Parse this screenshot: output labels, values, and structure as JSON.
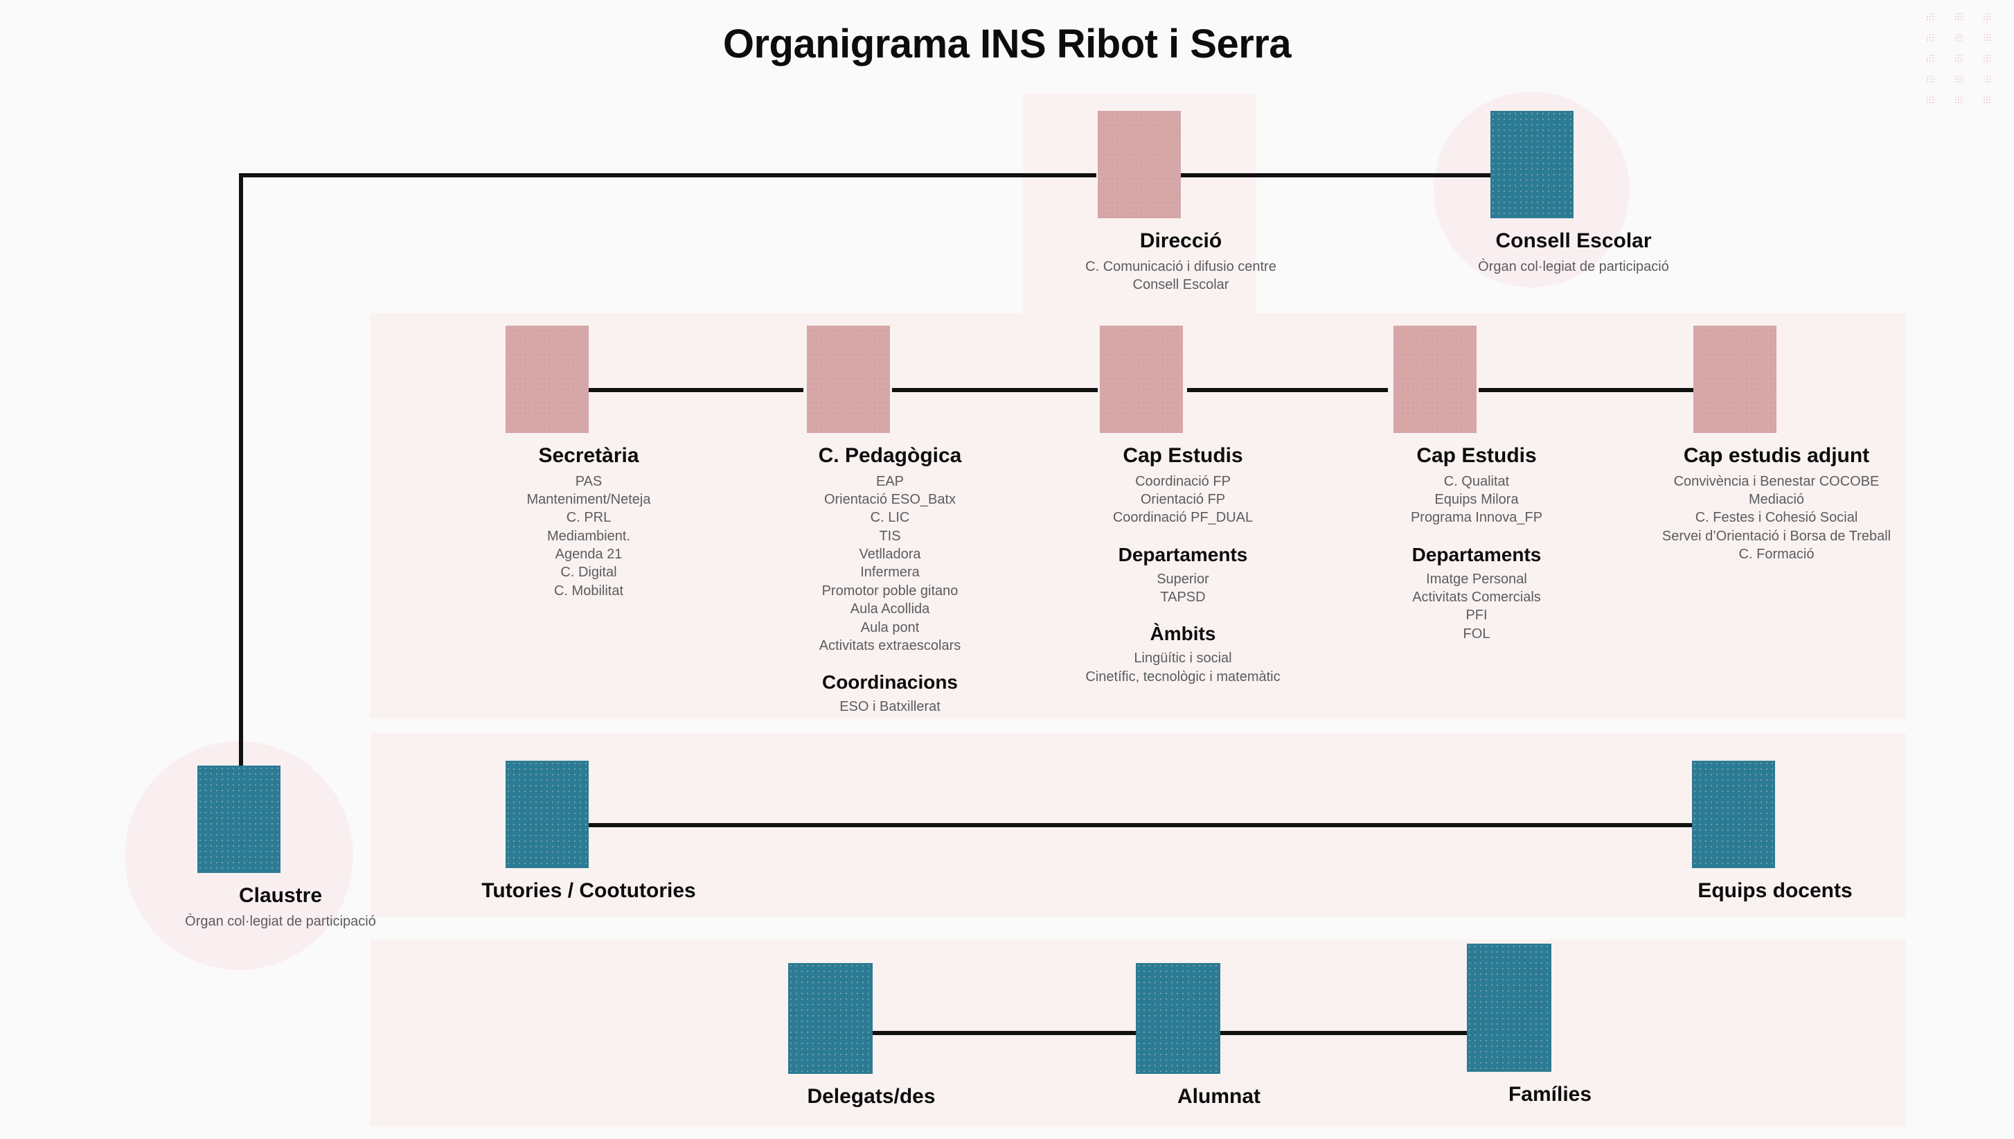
{
  "title": "Organigrama INS Ribot i Serra",
  "colors": {
    "pink_box": "#d6a6a7",
    "teal_box": "#2c7b94",
    "panel": "#f9f2f1",
    "circle": "#faeff0",
    "connector": "#111111",
    "heading_text": "#0d0d0d",
    "body_text": "#5b5b5f"
  },
  "chart_data": {
    "type": "diagram",
    "subtype": "organizational-chart",
    "title": "Organigrama INS Ribot i Serra",
    "nodes": [
      {
        "id": "direccio",
        "label": "Direcció",
        "shape": "rect",
        "color": "#d6a6a7",
        "tier": 1,
        "details": [
          "C. Comunicació i difusio centre",
          "Consell Escolar"
        ]
      },
      {
        "id": "consell-escolar",
        "label": "Consell Escolar",
        "shape": "rect-in-circle",
        "color": "#9cb6c2",
        "tier": 1,
        "details": [
          "Òrgan col·legiat de participació"
        ]
      },
      {
        "id": "claustre",
        "label": "Claustre",
        "shape": "rect-in-circle",
        "color": "#9cb6c2",
        "tier": 1,
        "details": [
          "Òrgan col·legiat de participació"
        ]
      },
      {
        "id": "secretaria",
        "label": "Secretària",
        "shape": "rect",
        "color": "#d6a6a7",
        "tier": 2,
        "details": [
          "PAS",
          "Manteniment/Neteja",
          "C. PRL",
          "Mediambient.",
          "Agenda 21",
          "C. Digital",
          "C. Mobilitat"
        ]
      },
      {
        "id": "c-pedagogica",
        "label": "C. Pedagògica",
        "shape": "rect",
        "color": "#d6a6a7",
        "tier": 2,
        "details": [
          "EAP",
          "Orientació ESO_Batx",
          "C. LIC",
          "TIS",
          "Vetlladora",
          "Infermera",
          "Promotor poble gitano",
          "Aula Acollida",
          "Aula pont",
          "Activitats extraescolars"
        ]
      },
      {
        "id": "cap-estudis-1",
        "label": "Cap Estudis",
        "shape": "rect",
        "color": "#d6a6a7",
        "tier": 2,
        "details": [
          "Coordinació FP",
          "Orientació FP",
          "Coordinació PF_DUAL"
        ]
      },
      {
        "id": "cap-estudis-2",
        "label": "Cap Estudis",
        "shape": "rect",
        "color": "#d6a6a7",
        "tier": 2,
        "details": [
          "C. Qualitat",
          "Equips Milora",
          "Programa Innova_FP"
        ]
      },
      {
        "id": "cap-estudis-adjunt",
        "label": "Cap estudis adjunt",
        "shape": "rect",
        "color": "#d6a6a7",
        "tier": 2,
        "details": [
          "Convivència i Benestar COCOBE",
          "Mediació",
          "C. Festes i Cohesió Social",
          "Servei d’Orientació i Borsa de Treball",
          "C. Formació"
        ]
      },
      {
        "id": "tutories",
        "label": "Tutories / Cootutories",
        "shape": "rect",
        "color": "#2c7b94",
        "tier": 3,
        "details": []
      },
      {
        "id": "equips-docents",
        "label": "Equips docents",
        "shape": "rect",
        "color": "#2c7b94",
        "tier": 3,
        "details": []
      },
      {
        "id": "delegats",
        "label": "Delegats/des",
        "shape": "rect",
        "color": "#2c7b94",
        "tier": 4,
        "details": []
      },
      {
        "id": "alumnat",
        "label": "Alumnat",
        "shape": "rect",
        "color": "#2c7b94",
        "tier": 4,
        "details": []
      },
      {
        "id": "families",
        "label": "Famílies",
        "shape": "rect",
        "color": "#2c7b94",
        "tier": 4,
        "details": []
      }
    ],
    "edges": [
      {
        "from": "claustre",
        "to": "direccio"
      },
      {
        "from": "direccio",
        "to": "consell-escolar"
      },
      {
        "from": "secretaria",
        "to": "c-pedagogica"
      },
      {
        "from": "c-pedagogica",
        "to": "cap-estudis-1"
      },
      {
        "from": "cap-estudis-1",
        "to": "cap-estudis-2"
      },
      {
        "from": "cap-estudis-2",
        "to": "cap-estudis-adjunt"
      },
      {
        "from": "tutories",
        "to": "equips-docents"
      },
      {
        "from": "delegats",
        "to": "alumnat"
      },
      {
        "from": "alumnat",
        "to": "families"
      }
    ]
  },
  "direccio": {
    "title": "Direcció",
    "line1": "C. Comunicació i difusio centre",
    "line2": "Consell Escolar"
  },
  "consell_escolar": {
    "title": "Consell Escolar",
    "line1": "Òrgan col·legiat de participació"
  },
  "claustre": {
    "title": "Claustre",
    "line1": "Òrgan col·legiat de participació"
  },
  "secretaria": {
    "title": "Secretària",
    "items": [
      "PAS",
      "Manteniment/Neteja",
      "C. PRL",
      "Mediambient.",
      "Agenda 21",
      "C. Digital",
      "C. Mobilitat"
    ]
  },
  "pedagogica": {
    "title": "C. Pedagògica",
    "items": [
      "EAP",
      "Orientació ESO_Batx",
      "C. LIC",
      "TIS",
      "Vetlladora",
      "Infermera",
      "Promotor poble gitano",
      "Aula Acollida",
      "Aula pont",
      "Activitats extraescolars"
    ],
    "group_title": "Coordinacions",
    "group_items": [
      "ESO i Batxillerat"
    ]
  },
  "cap_estudis_1": {
    "title": "Cap Estudis",
    "items": [
      "Coordinació FP",
      "Orientació FP",
      "Coordinació PF_DUAL"
    ],
    "group1_title": "Departaments",
    "group1_items": [
      "Superior",
      "TAPSD"
    ],
    "group2_title": "Àmbits",
    "group2_items": [
      "Lingüític i social",
      "Cinetífic, tecnològic i matemàtic"
    ]
  },
  "cap_estudis_2": {
    "title": "Cap Estudis",
    "items": [
      "C. Qualitat",
      "Equips Milora",
      "Programa Innova_FP"
    ],
    "group1_title": "Departaments",
    "group1_items": [
      "Imatge Personal",
      "Activitats Comercials",
      "PFI",
      "FOL"
    ]
  },
  "cap_estudis_adjunt": {
    "title": "Cap estudis adjunt",
    "items": [
      "Convivència i Benestar COCOBE",
      "Mediació",
      "C. Festes i Cohesió Social",
      "Servei d’Orientació i Borsa de Treball",
      "C. Formació"
    ]
  },
  "tutories": {
    "title": "Tutories / Cootutories"
  },
  "equips_docents": {
    "title": "Equips docents"
  },
  "delegats": {
    "title": "Delegats/des"
  },
  "alumnat": {
    "title": "Alumnat"
  },
  "families": {
    "title": "Famílies"
  }
}
